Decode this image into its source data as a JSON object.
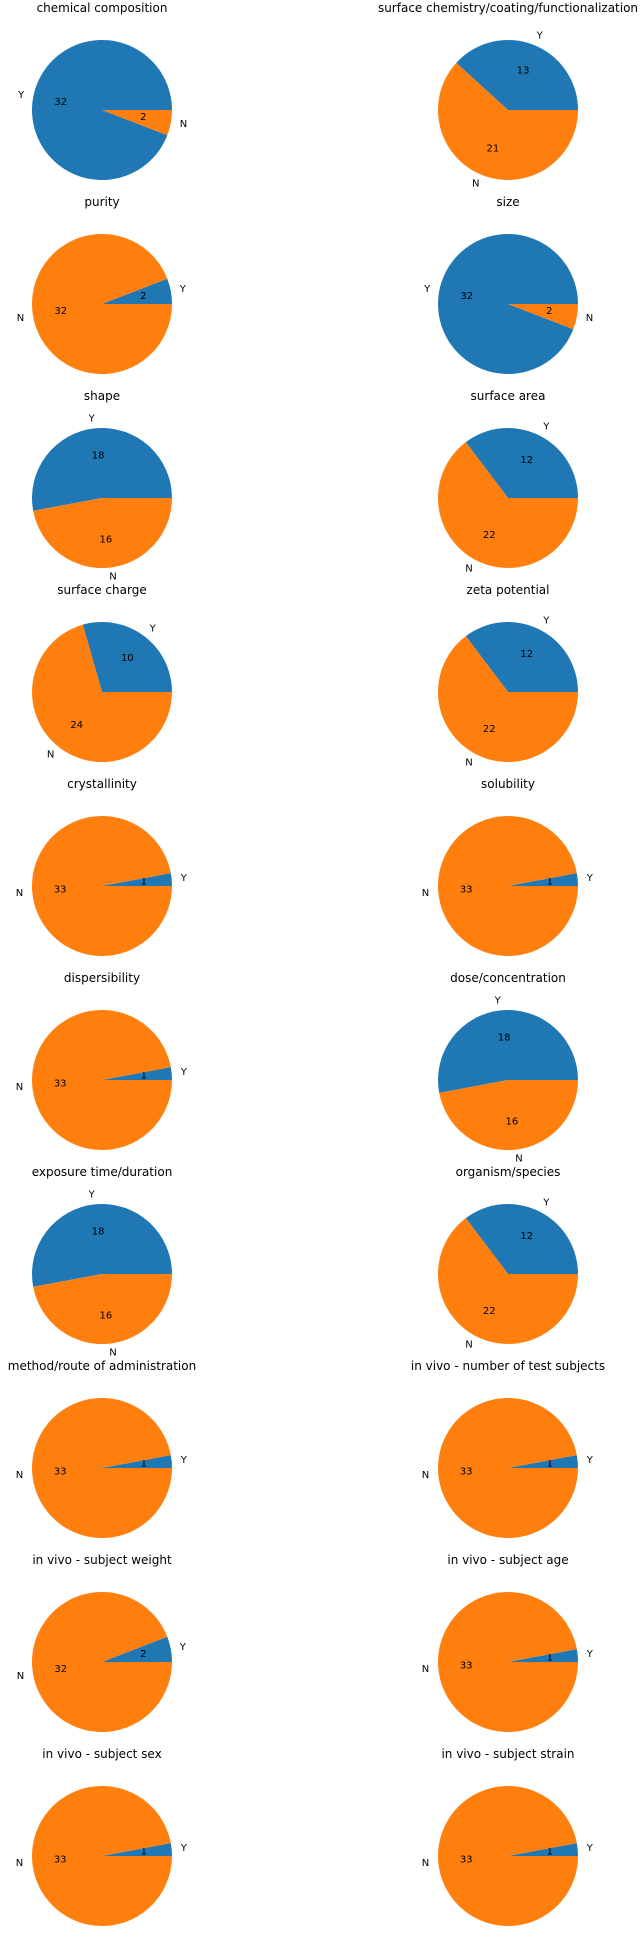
{
  "colors": {
    "Y": "#1f77b4",
    "N": "#ff7f0e"
  },
  "chart_data": [
    {
      "type": "pie",
      "title": "chemical composition",
      "slices": [
        {
          "label": "Y",
          "value": 32
        },
        {
          "label": "N",
          "value": 2
        }
      ]
    },
    {
      "type": "pie",
      "title": "surface chemistry/coating/functionalization",
      "slices": [
        {
          "label": "Y",
          "value": 13
        },
        {
          "label": "N",
          "value": 21
        }
      ]
    },
    {
      "type": "pie",
      "title": "purity",
      "slices": [
        {
          "label": "Y",
          "value": 2
        },
        {
          "label": "N",
          "value": 32
        }
      ]
    },
    {
      "type": "pie",
      "title": "size",
      "slices": [
        {
          "label": "Y",
          "value": 32
        },
        {
          "label": "N",
          "value": 2
        }
      ]
    },
    {
      "type": "pie",
      "title": "shape",
      "slices": [
        {
          "label": "Y",
          "value": 18
        },
        {
          "label": "N",
          "value": 16
        }
      ]
    },
    {
      "type": "pie",
      "title": "surface area",
      "slices": [
        {
          "label": "Y",
          "value": 12
        },
        {
          "label": "N",
          "value": 22
        }
      ]
    },
    {
      "type": "pie",
      "title": "surface charge",
      "slices": [
        {
          "label": "Y",
          "value": 10
        },
        {
          "label": "N",
          "value": 24
        }
      ]
    },
    {
      "type": "pie",
      "title": "zeta potential",
      "slices": [
        {
          "label": "Y",
          "value": 12
        },
        {
          "label": "N",
          "value": 22
        }
      ]
    },
    {
      "type": "pie",
      "title": "crystallinity",
      "slices": [
        {
          "label": "Y",
          "value": 1
        },
        {
          "label": "N",
          "value": 33
        }
      ]
    },
    {
      "type": "pie",
      "title": "solubility",
      "slices": [
        {
          "label": "Y",
          "value": 1
        },
        {
          "label": "N",
          "value": 33
        }
      ]
    },
    {
      "type": "pie",
      "title": "dispersibility",
      "slices": [
        {
          "label": "Y",
          "value": 1
        },
        {
          "label": "N",
          "value": 33
        }
      ]
    },
    {
      "type": "pie",
      "title": "dose/concentration",
      "slices": [
        {
          "label": "Y",
          "value": 18
        },
        {
          "label": "N",
          "value": 16
        }
      ]
    },
    {
      "type": "pie",
      "title": "exposure time/duration",
      "slices": [
        {
          "label": "Y",
          "value": 18
        },
        {
          "label": "N",
          "value": 16
        }
      ]
    },
    {
      "type": "pie",
      "title": "organism/species",
      "slices": [
        {
          "label": "Y",
          "value": 12
        },
        {
          "label": "N",
          "value": 22
        }
      ]
    },
    {
      "type": "pie",
      "title": "method/route of administration",
      "slices": [
        {
          "label": "Y",
          "value": 1
        },
        {
          "label": "N",
          "value": 33
        }
      ]
    },
    {
      "type": "pie",
      "title": "in vivo - number of test subjects",
      "slices": [
        {
          "label": "Y",
          "value": 1
        },
        {
          "label": "N",
          "value": 33
        }
      ]
    },
    {
      "type": "pie",
      "title": "in vivo - subject weight",
      "slices": [
        {
          "label": "Y",
          "value": 2
        },
        {
          "label": "N",
          "value": 32
        }
      ]
    },
    {
      "type": "pie",
      "title": "in vivo - subject age",
      "slices": [
        {
          "label": "Y",
          "value": 1
        },
        {
          "label": "N",
          "value": 33
        }
      ]
    },
    {
      "type": "pie",
      "title": "in vivo - subject sex",
      "slices": [
        {
          "label": "Y",
          "value": 1
        },
        {
          "label": "N",
          "value": 33
        }
      ]
    },
    {
      "type": "pie",
      "title": "in vivo - subject strain",
      "slices": [
        {
          "label": "Y",
          "value": 1
        },
        {
          "label": "N",
          "value": 33
        }
      ]
    }
  ]
}
